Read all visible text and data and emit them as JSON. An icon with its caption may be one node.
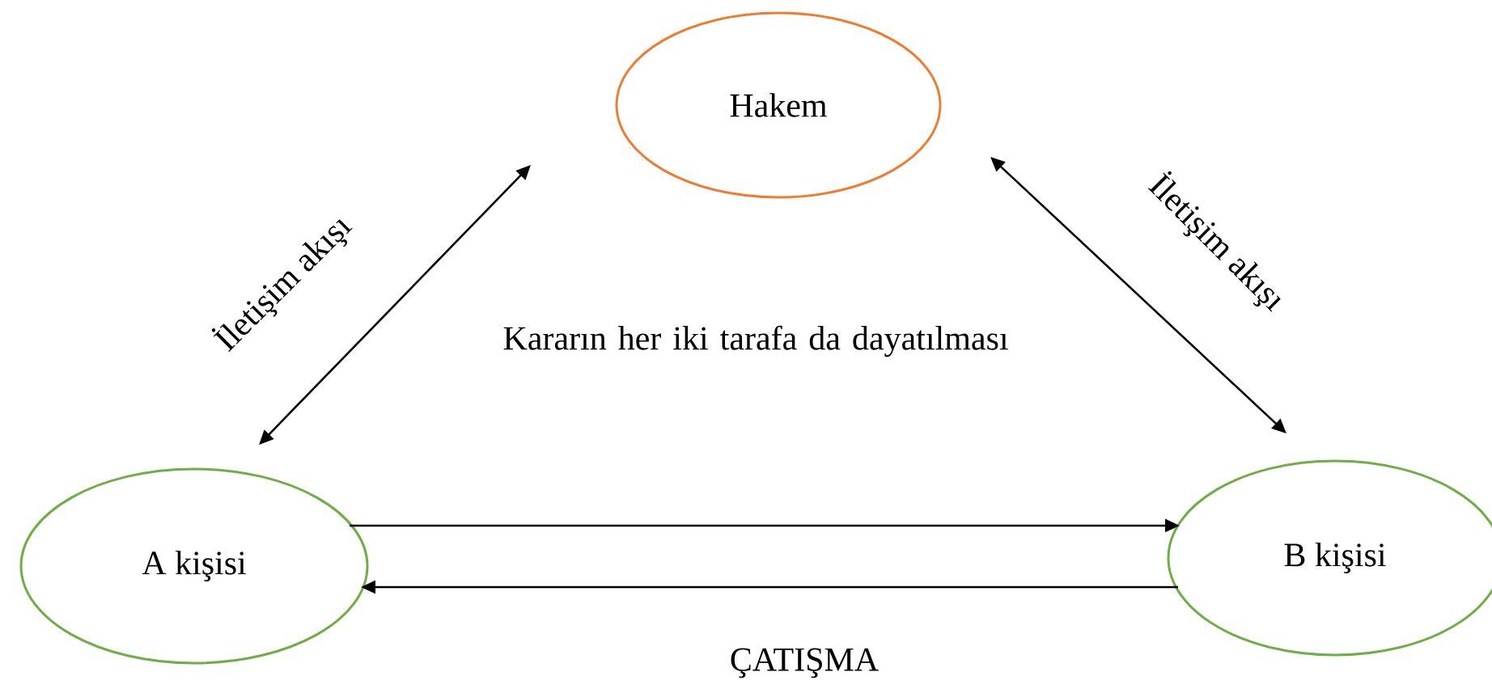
{
  "diagram": {
    "nodes": [
      {
        "text": [
          "Hakem"
        ]
      },
      {
        "text": [
          "A kişisi"
        ]
      },
      {
        "text": [
          "B kişisi"
        ]
      }
    ],
    "edges": [
      {
        "from": 1,
        "to": 0,
        "arrow": "both",
        "label": "İletişim akışı"
      },
      {
        "from": 0,
        "to": 2,
        "arrow": "both",
        "label": "İletişim akışı"
      },
      {
        "from": 1,
        "to": 2,
        "arrow": "to"
      },
      {
        "from": 2,
        "to": 1,
        "arrow": "to"
      }
    ],
    "labels": [
      "Kararın her iki tarafa da dayatılması",
      "ÇATIŞMA"
    ]
  }
}
